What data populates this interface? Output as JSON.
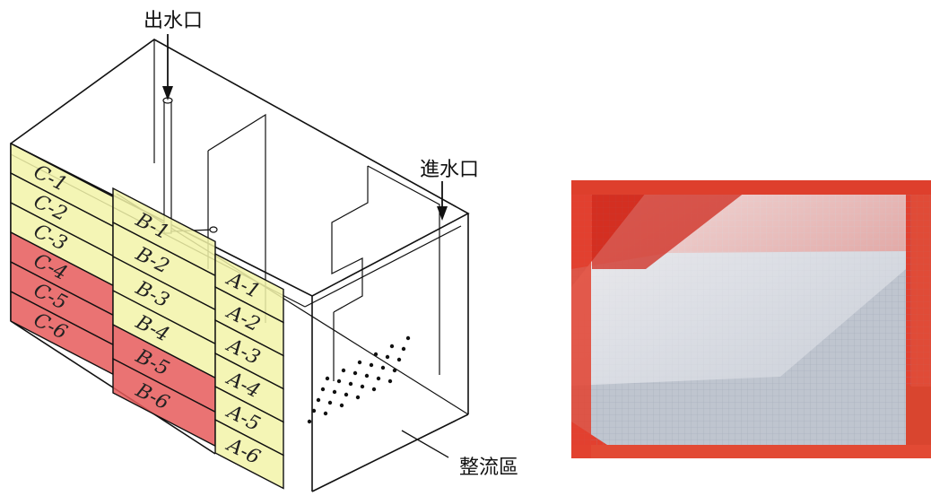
{
  "labels": {
    "outlet": "出水口",
    "inlet": "進水口",
    "flow_straightener": "整流區"
  },
  "zones": {
    "C": [
      "C-1",
      "C-2",
      "C-3",
      "C-4",
      "C-5",
      "C-6"
    ],
    "B": [
      "B-1",
      "B-2",
      "B-3",
      "B-4",
      "B-5",
      "B-6"
    ],
    "A": [
      "A-1",
      "A-2",
      "A-3",
      "A-4",
      "A-5",
      "A-6"
    ]
  },
  "colors": {
    "yellow": "#f2f3a8",
    "red": "#e65a5a",
    "tank_red": "#e2402f",
    "tank_mesh": "#bfc5cf"
  },
  "cell_state": {
    "C": [
      "yellow",
      "yellow",
      "yellow",
      "red",
      "red",
      "red"
    ],
    "B": [
      "yellow",
      "yellow",
      "yellow",
      "yellow",
      "red",
      "red"
    ],
    "A": [
      "yellow",
      "yellow",
      "yellow",
      "yellow",
      "yellow",
      "yellow"
    ]
  }
}
